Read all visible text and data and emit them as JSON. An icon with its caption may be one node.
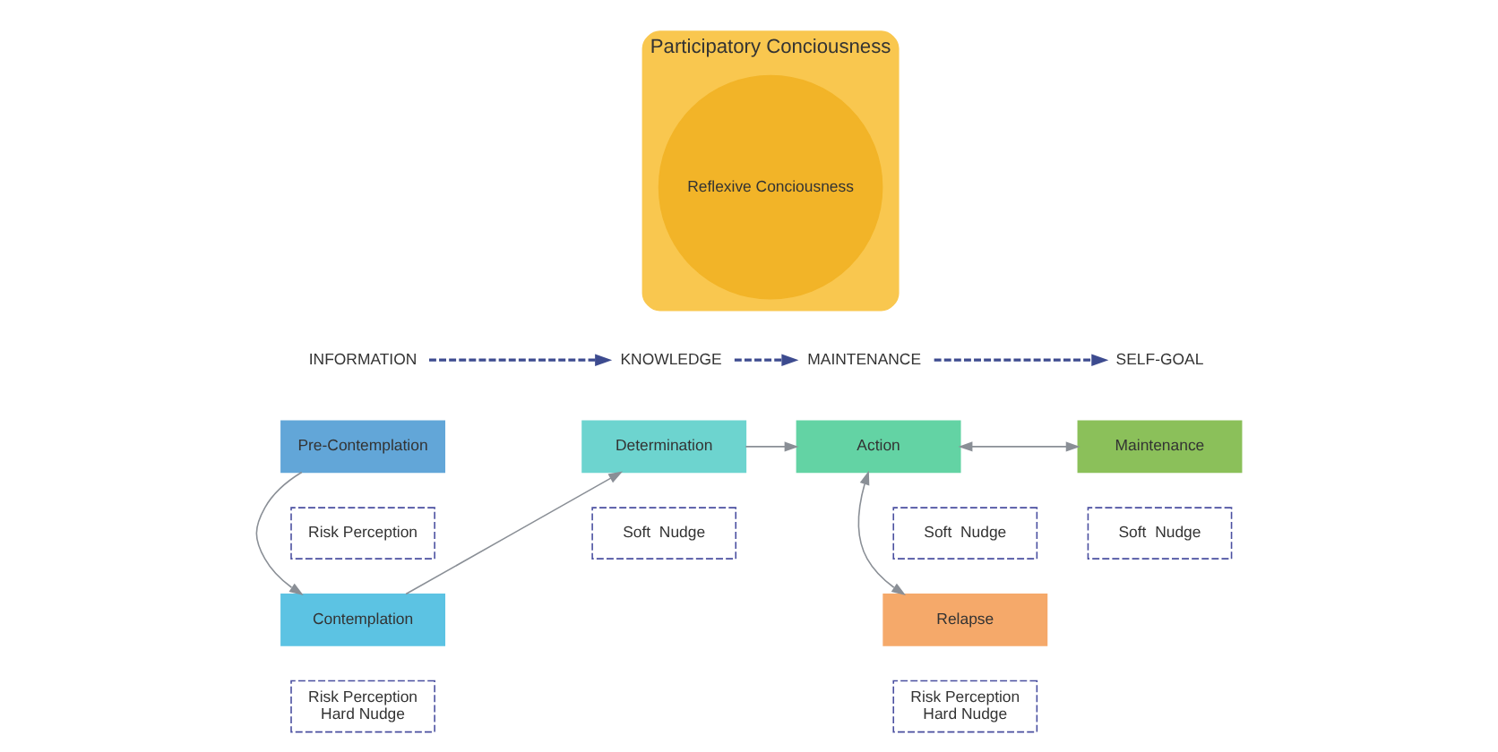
{
  "diagram": {
    "nodes": [
      {
        "text": [
          "Participatory Conciousness"
        ]
      },
      {
        "text": [
          "Reflexive Conciousness"
        ],
        "in": 0
      },
      {
        "text": [
          "INFORMATION"
        ]
      },
      {
        "text": [
          "KNOWLEDGE"
        ]
      },
      {
        "text": [
          "MAINTENANCE"
        ]
      },
      {
        "text": [
          "SELF-GOAL"
        ]
      },
      {
        "text": [
          "Pre-Contemplation"
        ]
      },
      {
        "text": [
          "Risk Perception"
        ]
      },
      {
        "text": [
          "Determination"
        ]
      },
      {
        "text": [
          "Soft  Nudge"
        ]
      },
      {
        "text": [
          "Action"
        ]
      },
      {
        "text": [
          "Soft  Nudge"
        ]
      },
      {
        "text": [
          "Maintenance"
        ]
      },
      {
        "text": [
          "Soft  Nudge"
        ]
      },
      {
        "text": [
          "Contemplation"
        ]
      },
      {
        "text": [
          "Risk Perception",
          "Hard Nudge"
        ]
      },
      {
        "text": [
          "Relapse"
        ]
      },
      {
        "text": [
          "Risk Perception",
          "Hard Nudge"
        ]
      }
    ],
    "edges": [
      {
        "from": 2,
        "to": 3,
        "arrow": "to",
        "style": "dashed",
        "color": "#3d4b8f"
      },
      {
        "from": 3,
        "to": 4,
        "arrow": "to",
        "style": "dashed",
        "color": "#3d4b8f"
      },
      {
        "from": 4,
        "to": 5,
        "arrow": "to",
        "style": "dashed",
        "color": "#3d4b8f"
      },
      {
        "from": 6,
        "to": 14,
        "arrow": "to"
      },
      {
        "from": 14,
        "to": 8,
        "arrow": "to"
      },
      {
        "from": 8,
        "to": 10,
        "arrow": "to"
      },
      {
        "from": 10,
        "to": 12,
        "arrow": "both"
      },
      {
        "from": 10,
        "to": 16,
        "arrow": "both"
      }
    ]
  }
}
